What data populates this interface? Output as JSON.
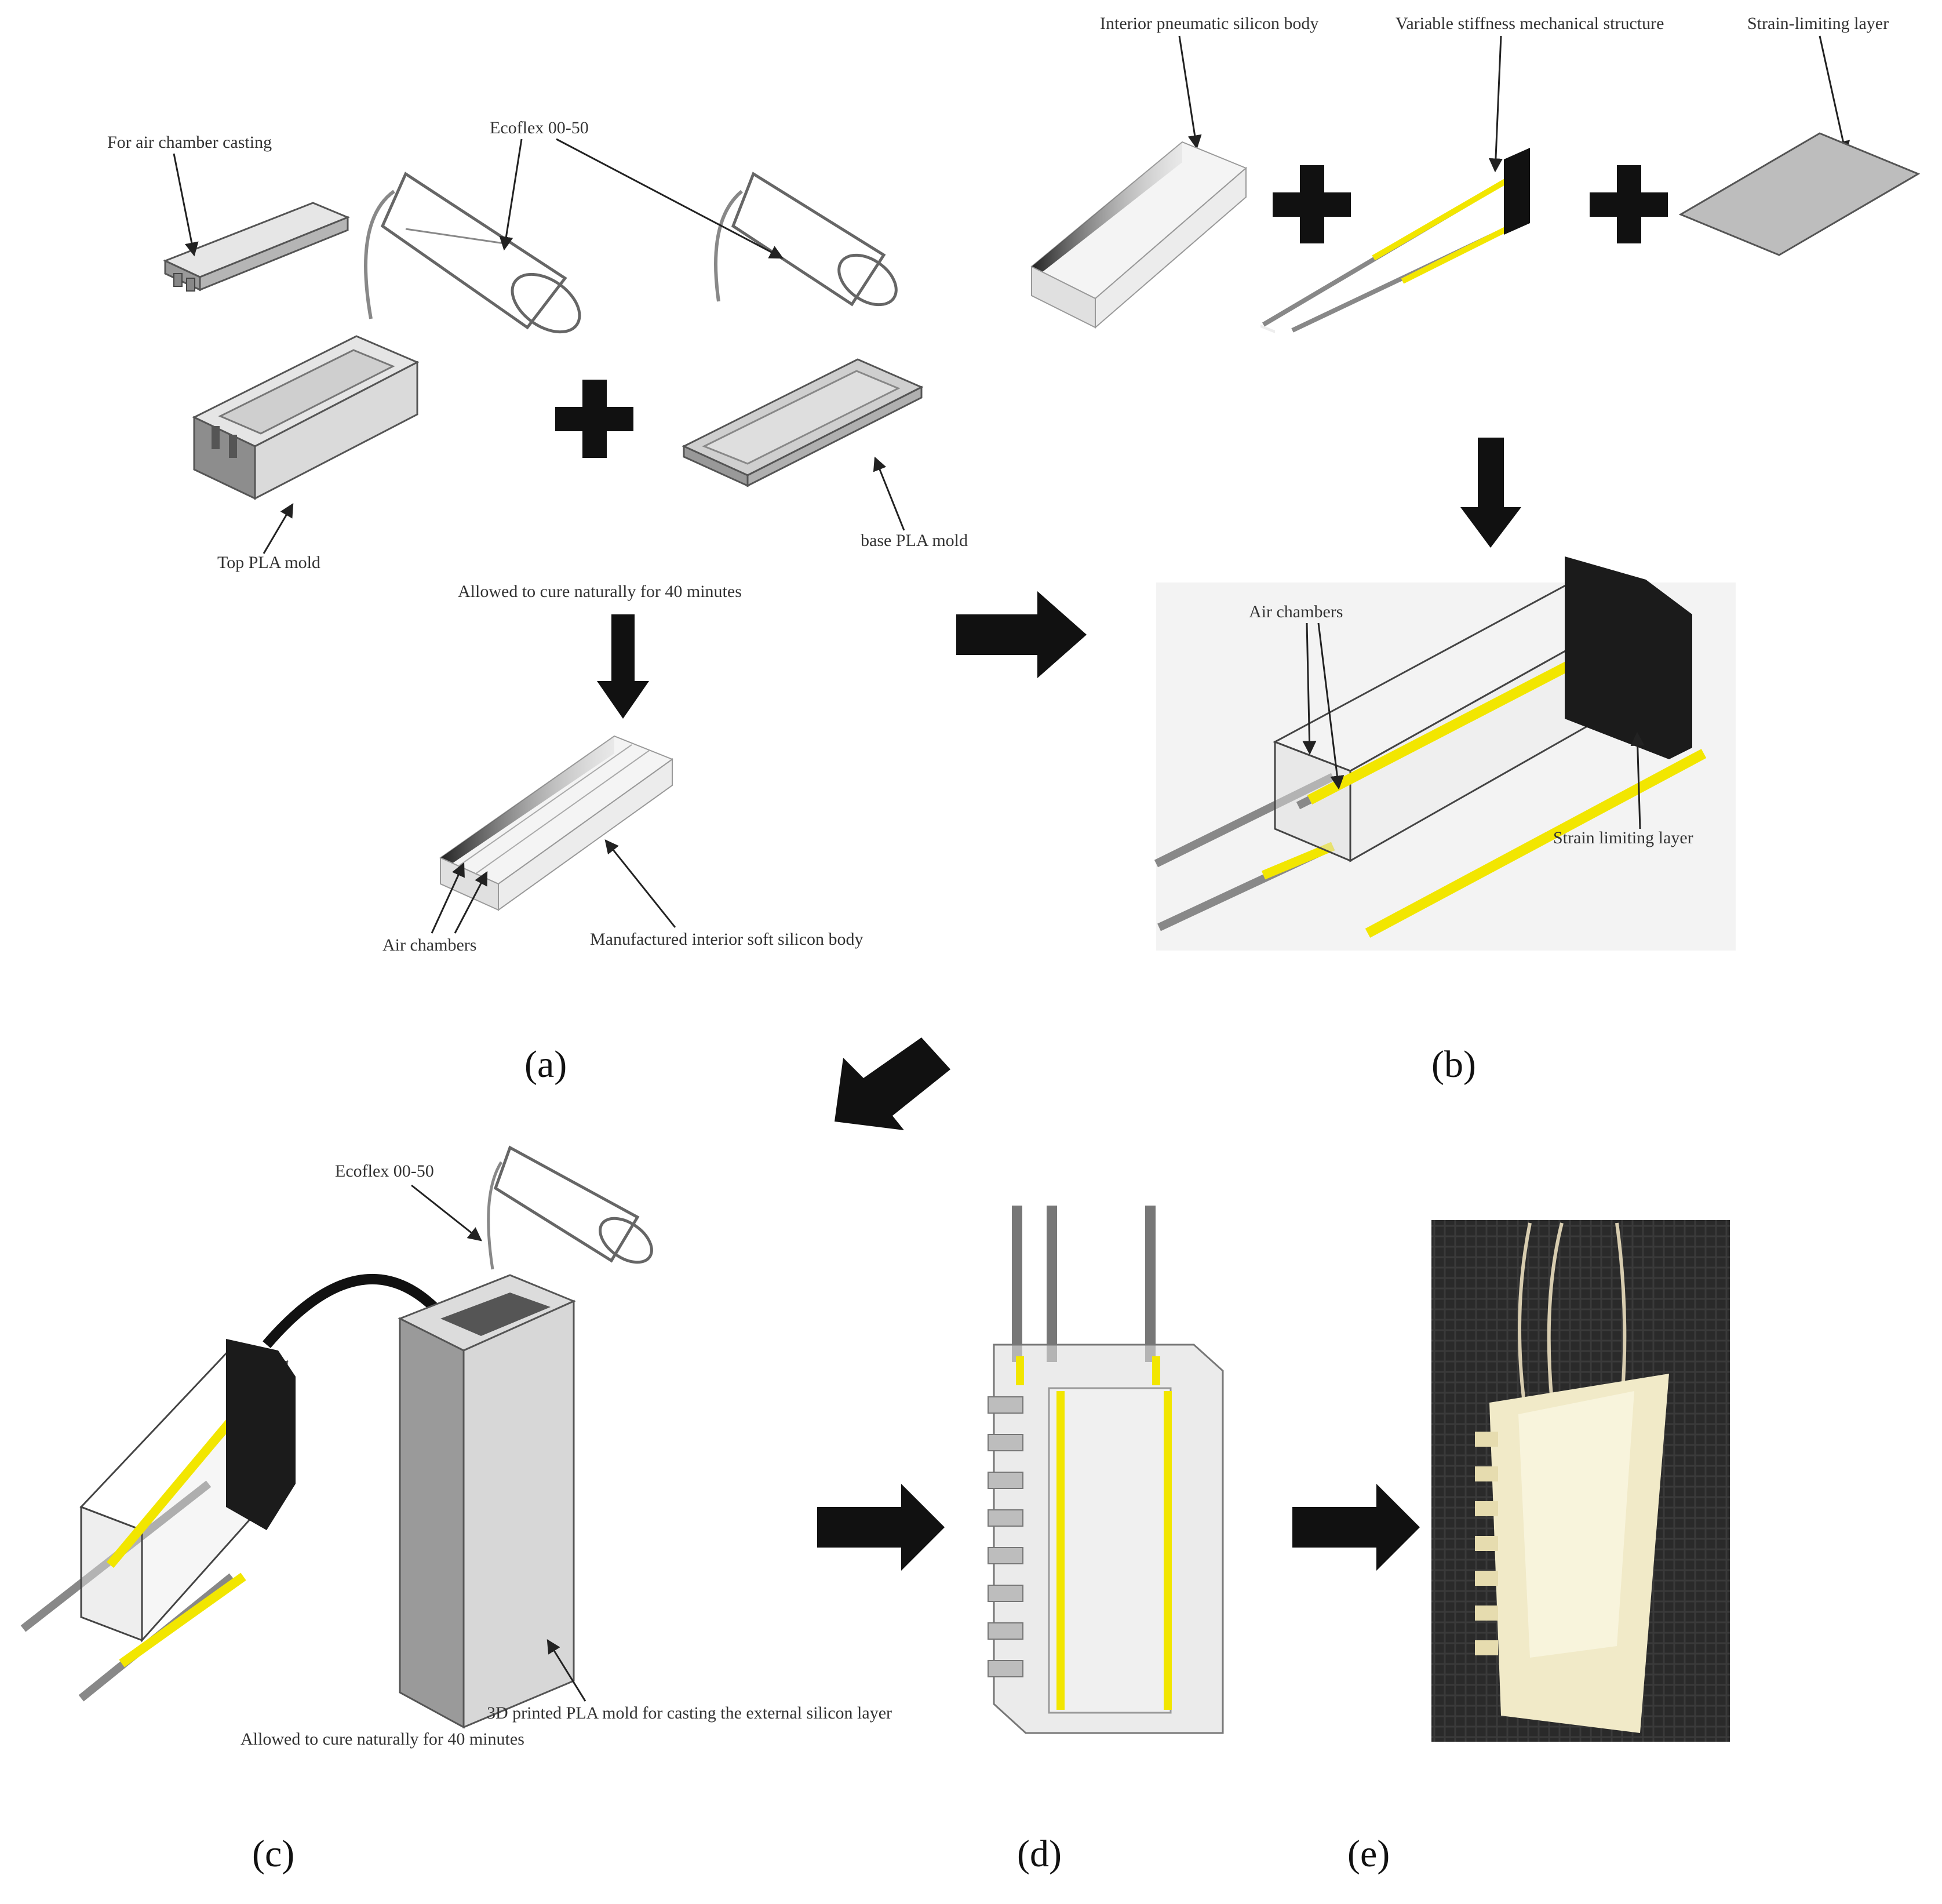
{
  "panel_a": {
    "label_air_chamber_casting": "For air chamber casting",
    "label_ecoflex": "Ecoflex 00-50",
    "label_top_mold": "Top PLA mold",
    "label_base_mold": "base PLA mold",
    "label_cure": "Allowed to cure naturally for 40 minutes",
    "label_air_chambers": "Air chambers",
    "label_interior_body": "Manufactured interior soft silicon body",
    "caption": "(a)"
  },
  "panel_b": {
    "label_interior_pneumatic": "Interior pneumatic silicon body",
    "label_variable_stiffness": "Variable stiffness mechanical structure",
    "label_strain_limiting_top": "Strain-limiting layer",
    "label_air_chambers": "Air chambers",
    "label_strain_limiting": "Strain limiting layer",
    "caption": "(b)"
  },
  "panel_c": {
    "label_ecoflex": "Ecoflex 00-50",
    "label_pla_mold": "3D printed PLA mold for casting the external silicon layer",
    "label_cure": "Allowed to cure naturally for 40 minutes",
    "caption": "(c)"
  },
  "panel_d": {
    "caption": "(d)"
  },
  "panel_e": {
    "caption": "(e)"
  },
  "colors": {
    "rod_yellow": "#f2e600",
    "rod_gray": "#8a8a8a",
    "black": "#111111",
    "mold_gray": "#c8c8c8",
    "photo_bg": "#2b2b2b",
    "actuator_cream": "#f1eac8"
  }
}
